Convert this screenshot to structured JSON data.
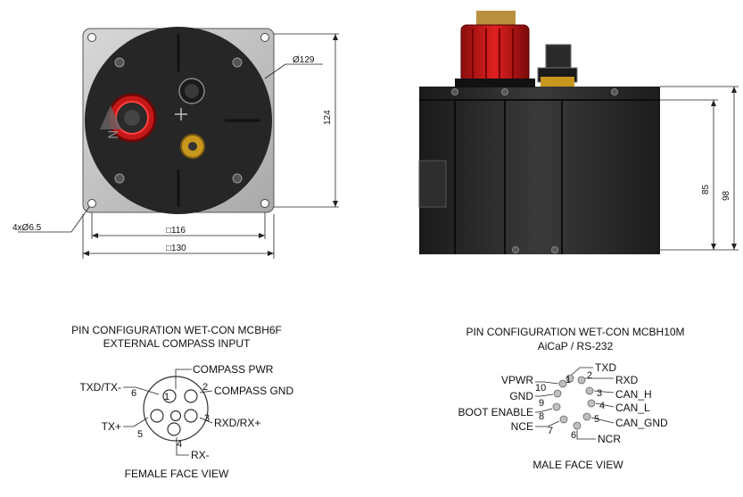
{
  "top_view": {
    "diameter_label": "Ø129",
    "height_label": "124",
    "holes_label": "4xØ6.5",
    "inner_width_label": "□116",
    "outer_width_label": "□130"
  },
  "side_view": {
    "height_inner_label": "85",
    "height_outer_label": "98"
  },
  "female_connector": {
    "title_line1": "PIN CONFIGURATION WET-CON MCBH6F",
    "title_line2": "EXTERNAL COMPASS INPUT",
    "caption": "FEMALE FACE VIEW",
    "pins": [
      {
        "num": "1",
        "label": "COMPASS PWR"
      },
      {
        "num": "2",
        "label": "COMPASS GND"
      },
      {
        "num": "3",
        "label": "RXD/RX+"
      },
      {
        "num": "4",
        "label": "RX-"
      },
      {
        "num": "5",
        "label": "TX+"
      },
      {
        "num": "6",
        "label": "TXD/TX-"
      }
    ]
  },
  "male_connector": {
    "title_line1": "PIN CONFIGURATION WET-CON MCBH10M",
    "title_line2": "AiCaP / RS-232",
    "caption": "MALE FACE VIEW",
    "pins": [
      {
        "num": "1",
        "label": "TXD"
      },
      {
        "num": "2",
        "label": "RXD"
      },
      {
        "num": "3",
        "label": "CAN_H"
      },
      {
        "num": "4",
        "label": "CAN_L"
      },
      {
        "num": "5",
        "label": "CAN_GND"
      },
      {
        "num": "6",
        "label": "NCR"
      },
      {
        "num": "7",
        "label": "NCE"
      },
      {
        "num": "8",
        "label": "BOOT ENABLE"
      },
      {
        "num": "9",
        "label": "GND"
      },
      {
        "num": "10",
        "label": "VPWR"
      }
    ]
  }
}
